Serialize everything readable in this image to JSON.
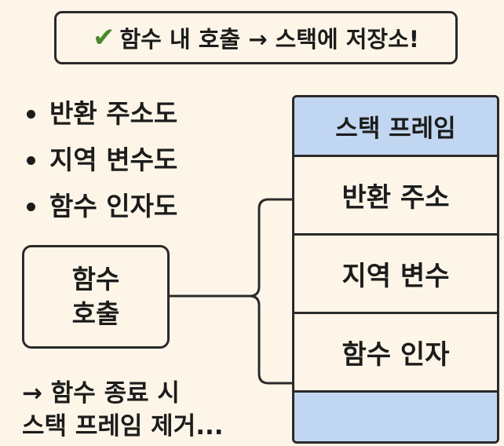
{
  "title": {
    "icon": "check-mark-icon",
    "text": "함수 내 호출 → 스택에 저장소!"
  },
  "bullets": [
    "반환 주소도",
    "지역 변수도",
    "함수 인자도"
  ],
  "call_box": {
    "line1": "함수",
    "line2": "호출"
  },
  "stack": {
    "header": "스택 프레임",
    "items": [
      "반환 주소",
      "지역 변수",
      "함수 인자"
    ],
    "footer": ""
  },
  "footnote": {
    "line1": "→ 함수 종료 시",
    "line2": "스택 프레임 제거..."
  },
  "colors": {
    "header_fill": "#c1d6f0",
    "check": "#4a8a2a",
    "background": "#fdf6e8"
  }
}
